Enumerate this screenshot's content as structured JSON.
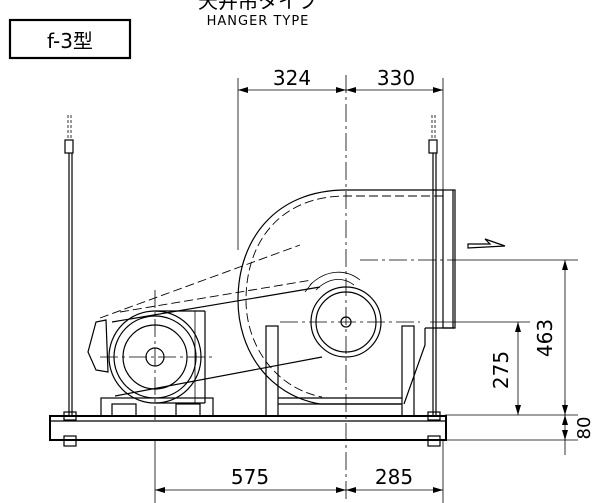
{
  "header": {
    "type_label": "f-3型",
    "title_jp": "天井吊タイプ",
    "title_en": "HANGER TYPE"
  },
  "dimensions": {
    "top_left": "324",
    "top_right": "330",
    "right_outer": "463",
    "right_inner": "275",
    "right_base": "80",
    "bottom_left": "575",
    "bottom_right": "285"
  }
}
